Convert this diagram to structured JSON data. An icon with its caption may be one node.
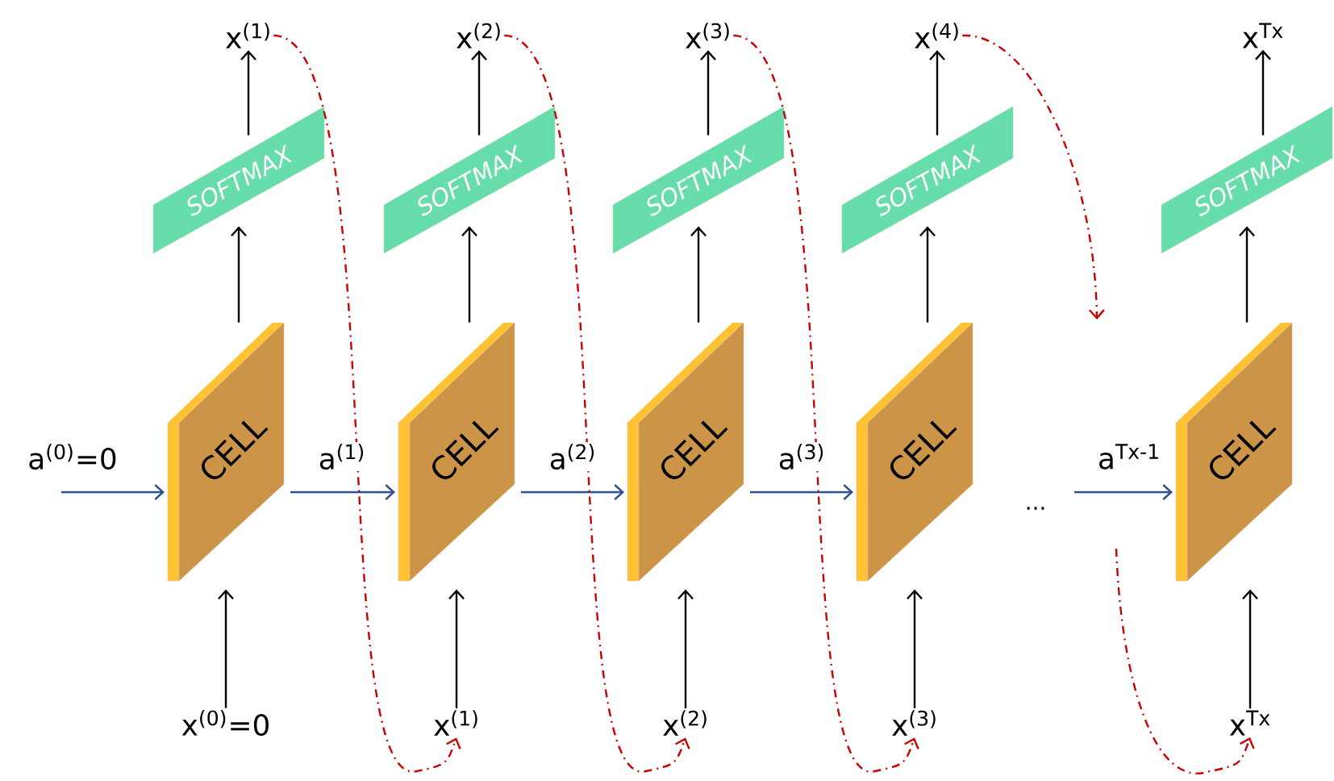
{
  "diagram": {
    "nodes": [
      {
        "text": [
          "x$^{(1)}$"
        ]
      },
      {
        "text": [
          "x$^{(2)}$"
        ]
      },
      {
        "text": [
          "x$^{(3)}$"
        ]
      },
      {
        "text": [
          "x$^{(4)}$"
        ]
      },
      {
        "text": [
          "x$^{Tx}$"
        ]
      },
      {
        "text": [
          "SOFTMAX"
        ]
      },
      {
        "text": [
          "SOFTMAX"
        ]
      },
      {
        "text": [
          "SOFTMAX"
        ]
      },
      {
        "text": [
          "SOFTMAX"
        ]
      },
      {
        "text": [
          "SOFTMAX"
        ]
      },
      {
        "text": [
          "CELL"
        ]
      },
      {
        "text": [
          "CELL"
        ]
      },
      {
        "text": [
          "CELL"
        ]
      },
      {
        "text": [
          "CELL"
        ]
      },
      {
        "text": [
          "CELL"
        ]
      },
      {
        "text": [
          "x$^{(0)}$=0"
        ]
      },
      {
        "text": [
          "x$^{(1)}$"
        ]
      },
      {
        "text": [
          "x$^{(2)}$"
        ]
      },
      {
        "text": [
          "x$^{(3)}$"
        ]
      },
      {
        "text": [
          "x$^{Tx}$"
        ]
      }
    ],
    "edges": [
      {
        "from": 15,
        "to": 10,
        "arrow": "to"
      },
      {
        "from": 16,
        "to": 11,
        "arrow": "to"
      },
      {
        "from": 17,
        "to": 12,
        "arrow": "to"
      },
      {
        "from": 18,
        "to": 13,
        "arrow": "to"
      },
      {
        "from": 19,
        "to": 14,
        "arrow": "to"
      },
      {
        "from": 10,
        "to": 5,
        "arrow": "to"
      },
      {
        "from": 11,
        "to": 6,
        "arrow": "to"
      },
      {
        "from": 12,
        "to": 7,
        "arrow": "to"
      },
      {
        "from": 13,
        "to": 8,
        "arrow": "to"
      },
      {
        "from": 14,
        "to": 9,
        "arrow": "to"
      },
      {
        "from": 5,
        "to": 0,
        "arrow": "to"
      },
      {
        "from": 6,
        "to": 1,
        "arrow": "to"
      },
      {
        "from": 7,
        "to": 2,
        "arrow": "to"
      },
      {
        "from": 8,
        "to": 3,
        "arrow": "to"
      },
      {
        "from": 9,
        "to": 4,
        "arrow": "to"
      },
      {
        "from": null,
        "to": 10,
        "arrow": "to",
        "label": "a$^{(0)}$=0",
        "color": "#2f4f8f"
      },
      {
        "from": 10,
        "to": 11,
        "arrow": "to",
        "label": "a$^{(1)}$",
        "color": "#2f4f8f"
      },
      {
        "from": 11,
        "to": 12,
        "arrow": "to",
        "label": "a$^{(2)}$",
        "color": "#2f4f8f"
      },
      {
        "from": 12,
        "to": 13,
        "arrow": "to",
        "label": "a$^{(3)}$",
        "color": "#2f4f8f"
      },
      {
        "from": null,
        "to": 14,
        "arrow": "to",
        "label": "a$^{Tx-1}$",
        "color": "#2f4f8f"
      },
      {
        "from": 0,
        "to": 16,
        "arrow": "to",
        "style": "dashed",
        "color": "#cc0000"
      },
      {
        "from": 1,
        "to": 17,
        "arrow": "to",
        "style": "dashed",
        "color": "#cc0000"
      },
      {
        "from": 2,
        "to": 18,
        "arrow": "to",
        "style": "dashed",
        "color": "#cc0000"
      },
      {
        "from": 3,
        "to": null,
        "arrow": "to",
        "style": "dashed",
        "color": "#cc0000"
      },
      {
        "from": null,
        "to": 19,
        "arrow": "to",
        "style": "dashed",
        "color": "#cc0000"
      }
    ],
    "labels": [
      "..."
    ]
  }
}
